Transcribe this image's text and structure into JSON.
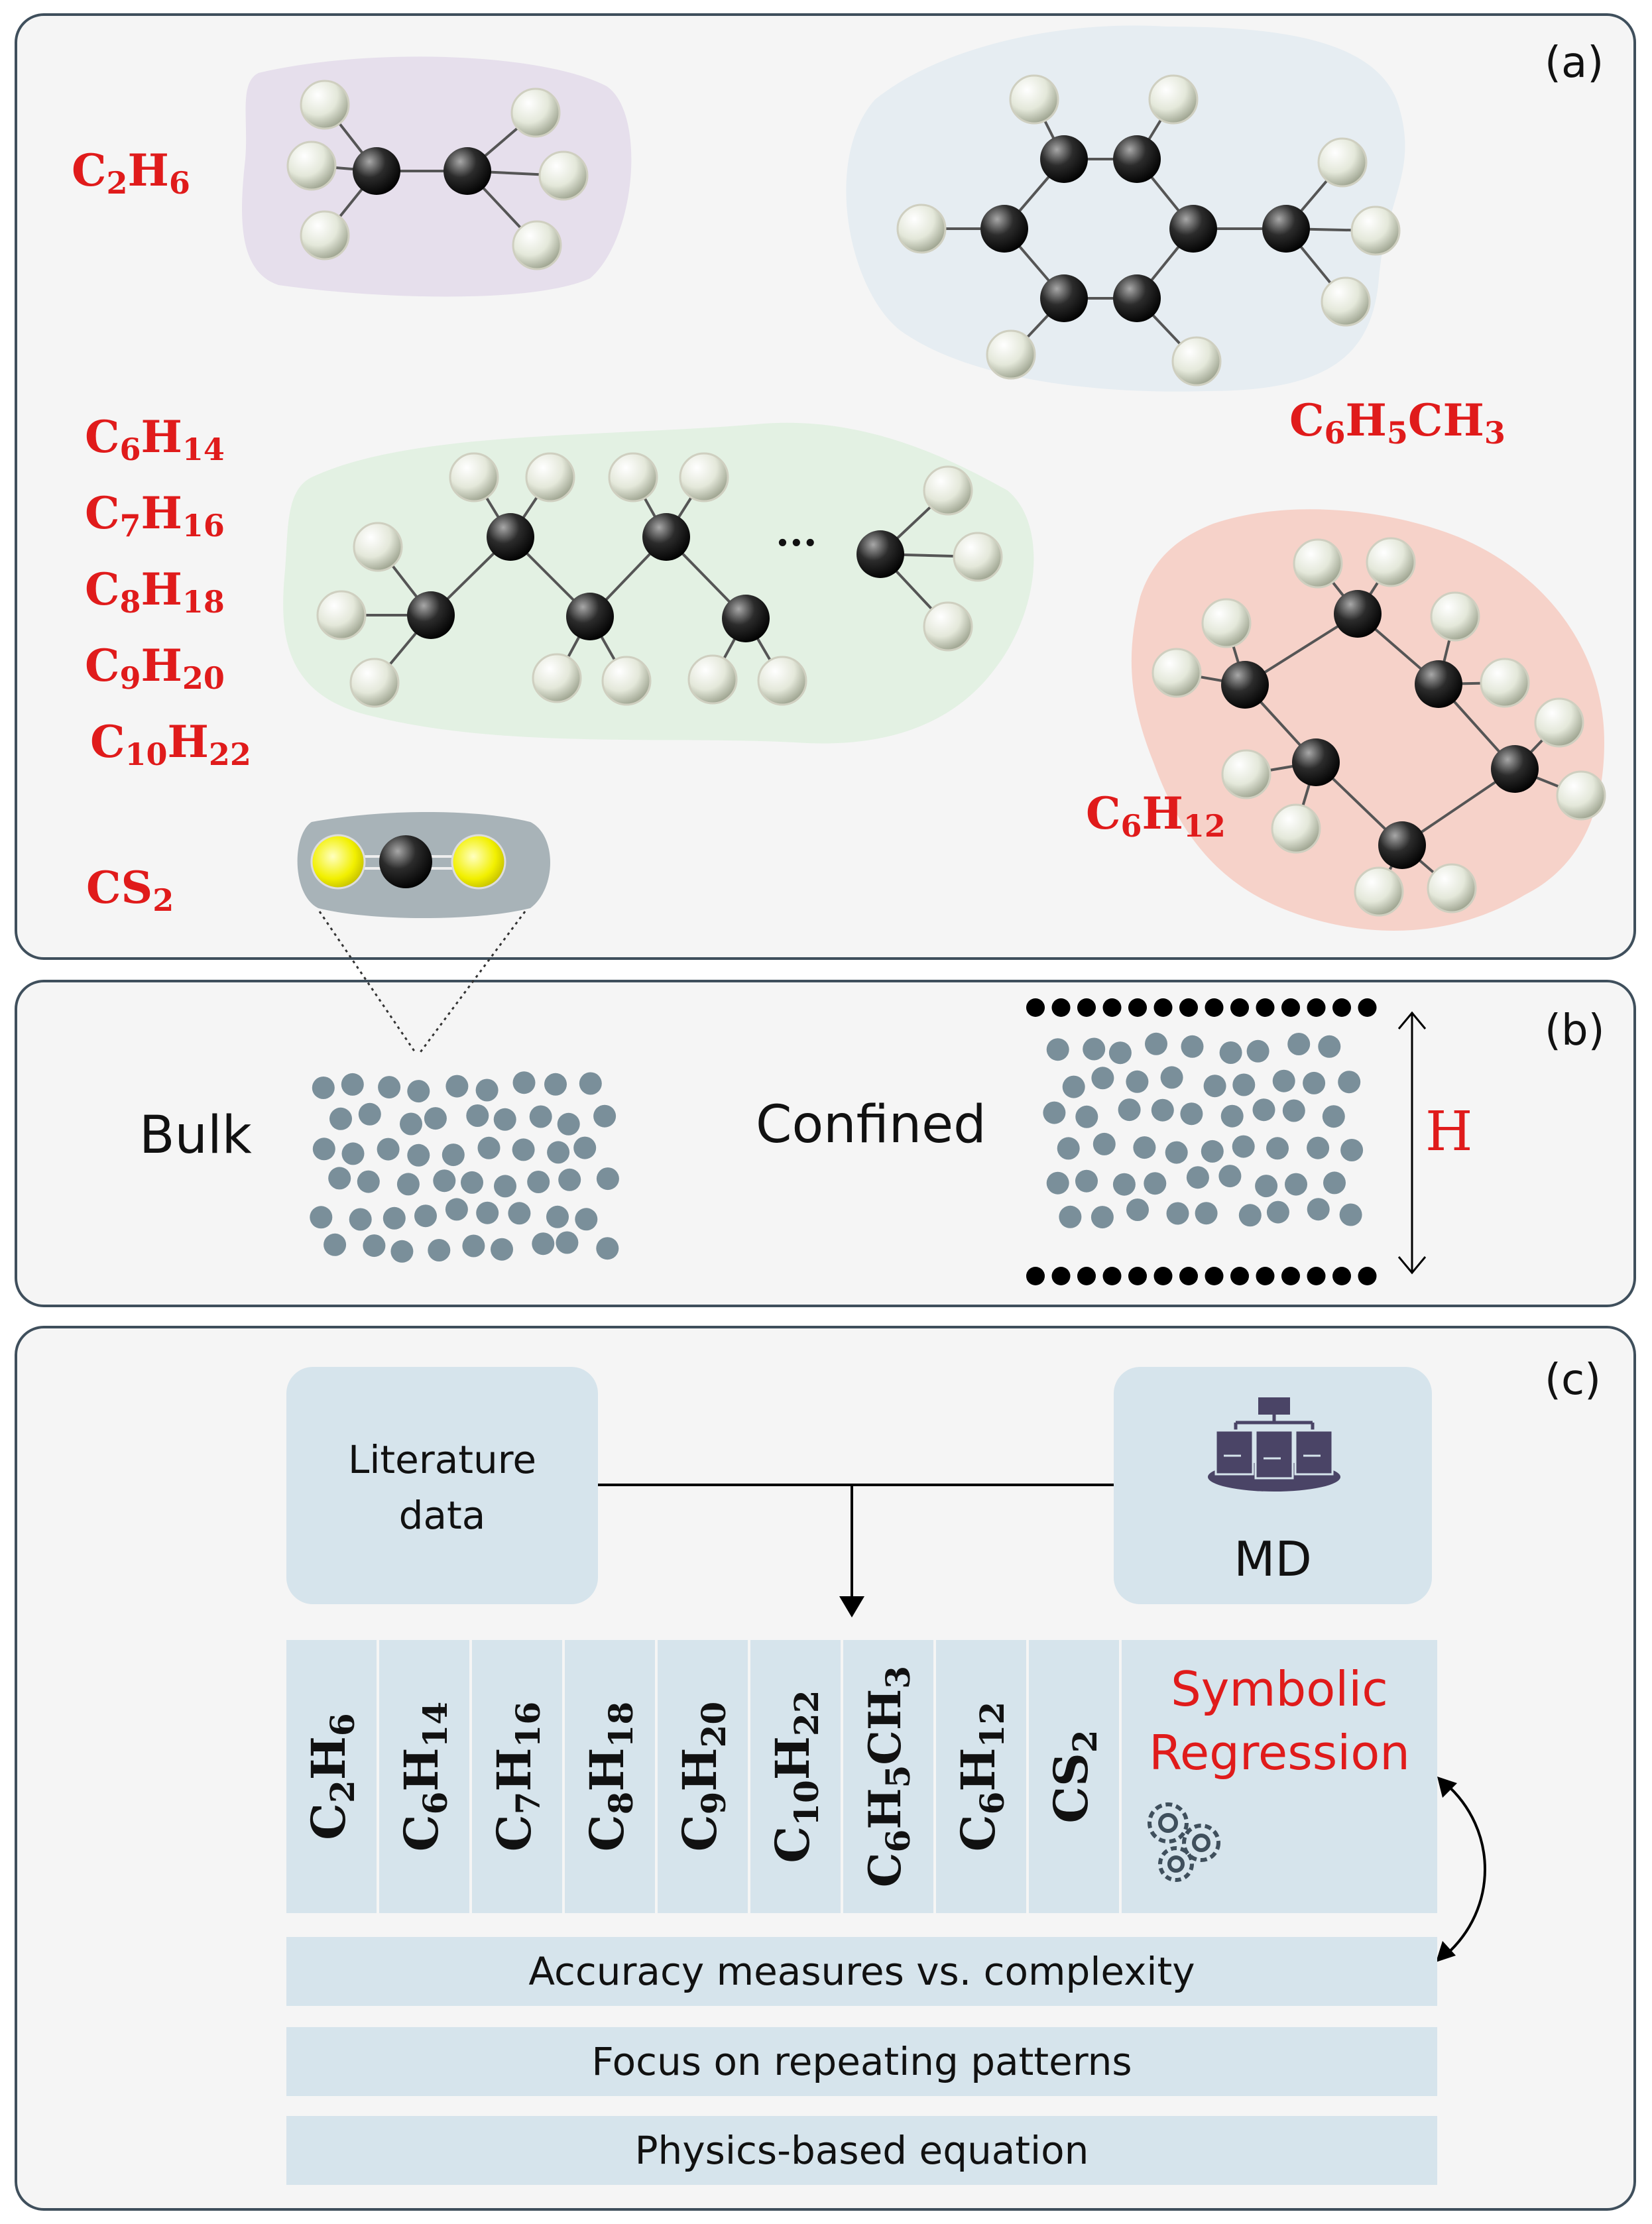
{
  "panels": {
    "a": {
      "label": "(a)"
    },
    "b": {
      "label": "(b)"
    },
    "c": {
      "label": "(c)"
    }
  },
  "molecules": {
    "ethane": {
      "base": "C",
      "s1": "2",
      "mid": "H",
      "s2": "6"
    },
    "toluene": {
      "base": "C",
      "s1": "6",
      "mid": "H",
      "s2": "5",
      "tail": "CH",
      "s3": "3"
    },
    "cyclohexane": {
      "base": "C",
      "s1": "6",
      "mid": "H",
      "s2": "12"
    },
    "carbon_disulfide": {
      "base": "CS",
      "s1": "2"
    },
    "alkanes": [
      {
        "base": "C",
        "s1": "6",
        "mid": "H",
        "s2": "14"
      },
      {
        "base": "C",
        "s1": "7",
        "mid": "H",
        "s2": "16"
      },
      {
        "base": "C",
        "s1": "8",
        "mid": "H",
        "s2": "18"
      },
      {
        "base": "C",
        "s1": "9",
        "mid": "H",
        "s2": "20"
      },
      {
        "base": "C",
        "s1": "10",
        "mid": "H",
        "s2": "22"
      }
    ],
    "ellipsis": "..."
  },
  "states": {
    "bulk": "Bulk",
    "confined": "Confined",
    "pore_width": "H"
  },
  "workflow": {
    "literature": {
      "line1": "Literature",
      "line2": "data"
    },
    "md": {
      "label": "MD",
      "icon": "server-stack-icon"
    },
    "columns": [
      {
        "base": "C",
        "s1": "2",
        "mid": "H",
        "s2": "6"
      },
      {
        "base": "C",
        "s1": "6",
        "mid": "H",
        "s2": "14"
      },
      {
        "base": "C",
        "s1": "7",
        "mid": "H",
        "s2": "16"
      },
      {
        "base": "C",
        "s1": "8",
        "mid": "H",
        "s2": "18"
      },
      {
        "base": "C",
        "s1": "9",
        "mid": "H",
        "s2": "20"
      },
      {
        "base": "C",
        "s1": "10",
        "mid": "H",
        "s2": "22"
      },
      {
        "base": "C",
        "s1": "6",
        "mid": "H",
        "s2": "5",
        "tail": "CH",
        "s3": "3"
      },
      {
        "base": "C",
        "s1": "6",
        "mid": "H",
        "s2": "12"
      },
      {
        "base": "CS",
        "s1": "2"
      }
    ],
    "symbolic": {
      "line1": "Symbolic",
      "line2": "Regression",
      "icon": "gears-icon"
    },
    "steps": [
      "Accuracy measures vs. complexity",
      "Focus on repeating patterns",
      "Physics-based equation"
    ]
  },
  "colors": {
    "formula": "#e01b1b",
    "panel_border": "#3f4f5c",
    "box_fill": "#d6e4ec",
    "bead": "#7a8f9a",
    "wall_atom": "#000000"
  }
}
